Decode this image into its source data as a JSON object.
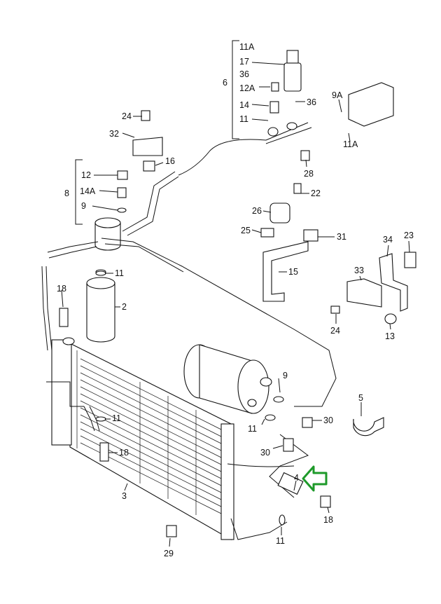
{
  "diagram": {
    "title": "",
    "accent_color": "#1e9a2a",
    "labels": {
      "l11A_top": "11A",
      "l17": "17",
      "l6": "6",
      "l36a": "36",
      "l12A": "12A",
      "l36b": "36",
      "l9A": "9A",
      "l14": "14",
      "l11_top": "11",
      "l11A_right": "11A",
      "l24_top": "24",
      "l32": "32",
      "l16": "16",
      "l28": "28",
      "l12": "12",
      "l14A": "14A",
      "l8": "8",
      "l9_left": "9",
      "l22": "22",
      "l26": "26",
      "l25": "25",
      "l31": "31",
      "l15": "15",
      "l34": "34",
      "l23": "23",
      "l33": "33",
      "l24_right": "24",
      "l13": "13",
      "l11_mid": "11",
      "l2": "2",
      "l18_left": "18",
      "l9_comp": "9",
      "l11_comp": "11",
      "l30a": "30",
      "l30b": "30",
      "l11_low": "11",
      "l18_low": "18",
      "l5": "5",
      "l4": "4",
      "l3": "3",
      "l18_right": "18",
      "l11_bottom": "11",
      "l29": "29"
    },
    "arrow": {
      "points_to": "4",
      "label": ""
    }
  }
}
